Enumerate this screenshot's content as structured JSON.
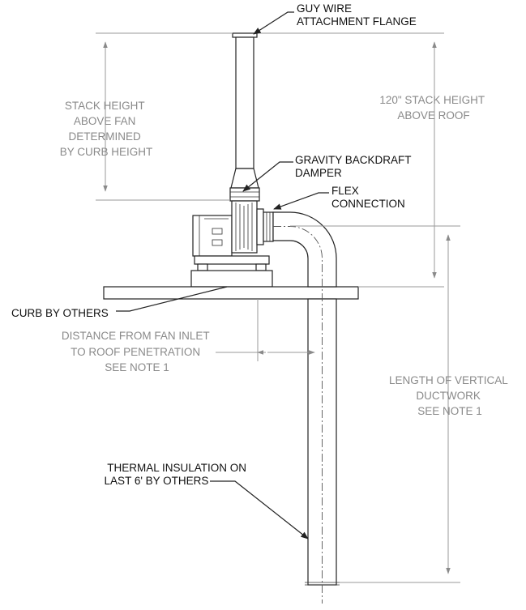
{
  "labels": {
    "guy_wire": [
      "GUY WIRE",
      "ATTACHMENT FLANGE"
    ],
    "stack_height_above_fan": [
      "STACK HEIGHT",
      "ABOVE FAN",
      "DETERMINED",
      "BY CURB HEIGHT"
    ],
    "stack_height_above_roof": [
      "120\" STACK HEIGHT",
      "ABOVE ROOF"
    ],
    "gravity_backdraft_damper": [
      "GRAVITY BACKDRAFT",
      "DAMPER"
    ],
    "flex_connection": [
      "FLEX",
      "CONNECTION"
    ],
    "curb_by_others": [
      "CURB BY OTHERS"
    ],
    "distance_fan_inlet": [
      "DISTANCE FROM FAN INLET",
      "TO ROOF PENETRATION",
      "SEE NOTE 1"
    ],
    "length_vertical_ductwork": [
      "LENGTH OF VERTICAL",
      "DUCTWORK",
      "SEE NOTE 1"
    ],
    "thermal_insulation": [
      "THERMAL INSULATION ON",
      "LAST 6' BY OTHERS"
    ]
  },
  "colors": {
    "line": "#222222",
    "dimension": "#9a9a9a",
    "annotation_text": "#111111",
    "dimension_text": "#8a8a8a"
  }
}
